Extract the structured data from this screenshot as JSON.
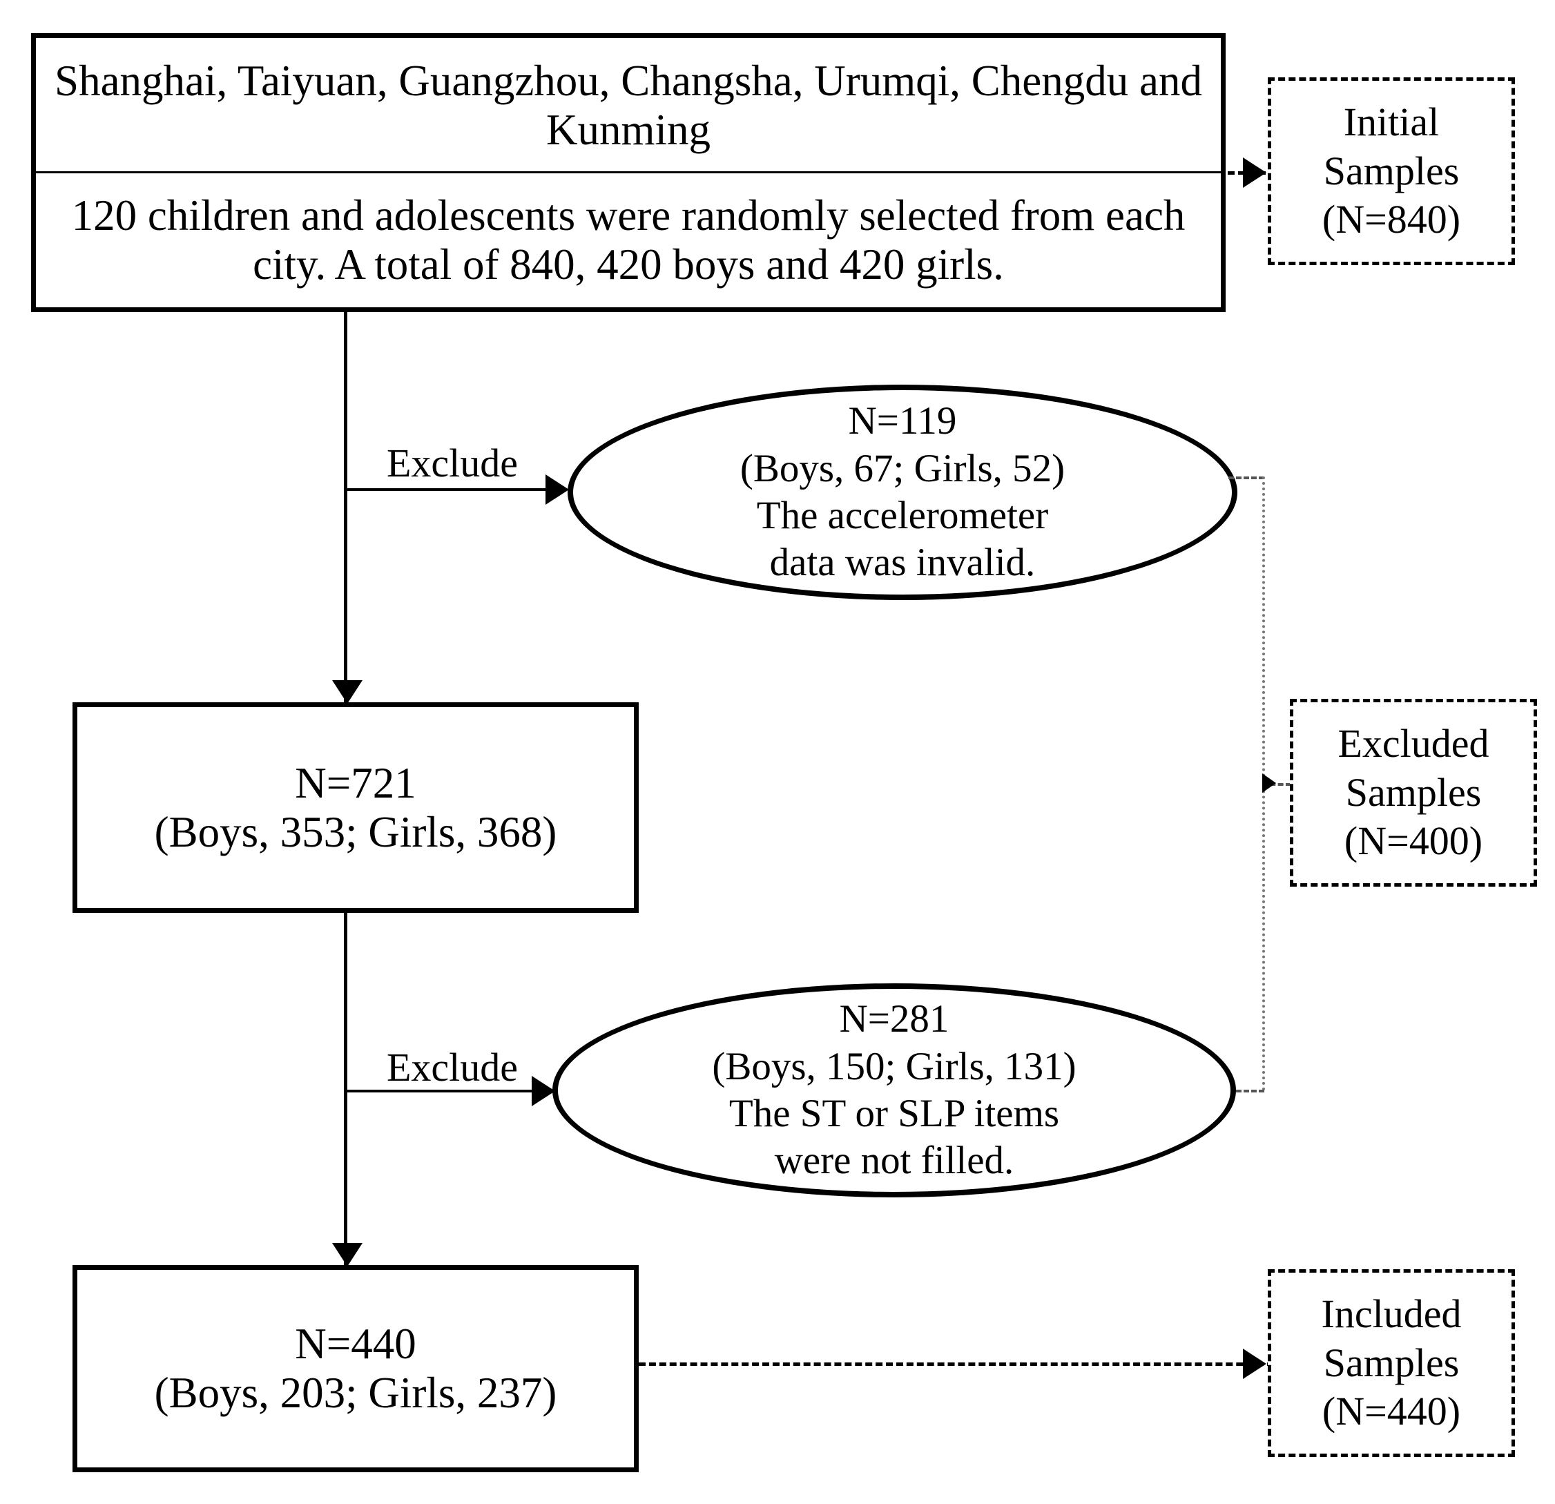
{
  "diagram": {
    "type": "flowchart",
    "title": "Participant selection flow diagram",
    "nodes": {
      "source_box": {
        "cities": "Shanghai, Taiyuan, Guangzhou, Changsha, Urumqi, Chengdu and Kunming",
        "sampling": "120 children and adolescents were randomly selected from each city. A total of 840, 420 boys and 420 girls."
      },
      "initial_samples": {
        "label_line1": "Initial",
        "label_line2": "Samples",
        "label_line3": "(N=840)"
      },
      "exclusion_1": {
        "line1": "N=119",
        "line2": "(Boys, 67; Girls, 52)",
        "line3": "The accelerometer",
        "line4": "data was invalid."
      },
      "stage_721": {
        "line1": "N=721",
        "line2": "(Boys, 353; Girls, 368)"
      },
      "excluded_samples": {
        "label_line1": "Excluded",
        "label_line2": "Samples",
        "label_line3": "(N=400)"
      },
      "exclusion_2": {
        "line1": "N=281",
        "line2": "(Boys, 150; Girls, 131)",
        "line3": "The ST or SLP items",
        "line4": "were not filled."
      },
      "stage_440": {
        "line1": "N=440",
        "line2": "(Boys, 203; Girls, 237)"
      },
      "included_samples": {
        "label_line1": "Included",
        "label_line2": "Samples",
        "label_line3": "(N=440)"
      }
    },
    "edges": {
      "exclude_label_1": "Exclude",
      "exclude_label_2": "Exclude"
    },
    "colors": {
      "stroke": "#000000",
      "background": "#ffffff",
      "dashed_stroke": "#000000"
    }
  }
}
